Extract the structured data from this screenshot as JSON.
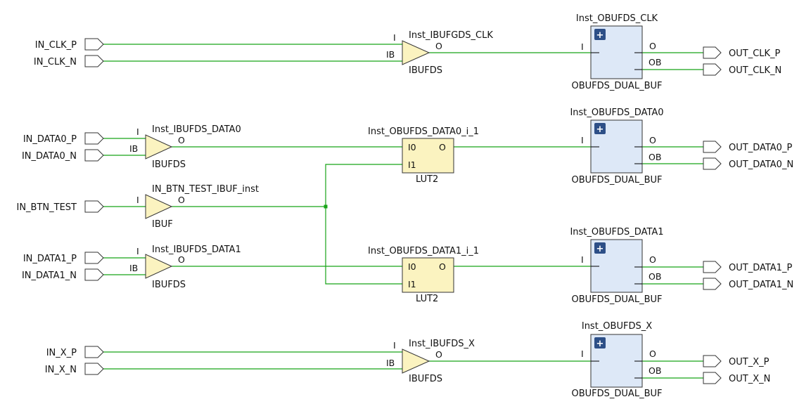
{
  "ports_in": {
    "clk_p": "IN_CLK_P",
    "clk_n": "IN_CLK_N",
    "data0_p": "IN_DATA0_P",
    "data0_n": "IN_DATA0_N",
    "btn_test": "IN_BTN_TEST",
    "data1_p": "IN_DATA1_P",
    "data1_n": "IN_DATA1_N",
    "x_p": "IN_X_P",
    "x_n": "IN_X_N"
  },
  "ports_out": {
    "clk_p": "OUT_CLK_P",
    "clk_n": "OUT_CLK_N",
    "data0_p": "OUT_DATA0_P",
    "data0_n": "OUT_DATA0_N",
    "data1_p": "OUT_DATA1_P",
    "data1_n": "OUT_DATA1_N",
    "x_p": "OUT_X_P",
    "x_n": "OUT_X_N"
  },
  "ibufs": {
    "clk": {
      "inst": "Inst_IBUFGDS_CLK",
      "type": "IBUFDS"
    },
    "data0": {
      "inst": "Inst_IBUFDS_DATA0",
      "type": "IBUFDS"
    },
    "btn": {
      "inst": "IN_BTN_TEST_IBUF_inst",
      "type": "IBUF"
    },
    "data1": {
      "inst": "Inst_IBUFDS_DATA1",
      "type": "IBUFDS"
    },
    "x": {
      "inst": "Inst_IBUFDS_X",
      "type": "IBUFDS"
    }
  },
  "luts": {
    "data0": {
      "inst": "Inst_OBUFDS_DATA0_i_1",
      "type": "LUT2"
    },
    "data1": {
      "inst": "Inst_OBUFDS_DATA1_i_1",
      "type": "LUT2"
    }
  },
  "obufs": {
    "clk": {
      "inst": "Inst_OBUFDS_CLK",
      "type": "OBUFDS_DUAL_BUF"
    },
    "data0": {
      "inst": "Inst_OBUFDS_DATA0",
      "type": "OBUFDS_DUAL_BUF"
    },
    "data1": {
      "inst": "Inst_OBUFDS_DATA1",
      "type": "OBUFDS_DUAL_BUF"
    },
    "x": {
      "inst": "Inst_OBUFDS_X",
      "type": "OBUFDS_DUAL_BUF"
    }
  },
  "pins": {
    "i": "I",
    "ib": "IB",
    "o": "O",
    "ob": "OB",
    "i0": "I0",
    "i1": "I1"
  },
  "expand_glyph": "+",
  "colors": {
    "wire": "#18a418",
    "buffer_fill": "#fbf3c0",
    "obuf_fill": "#dde8f7",
    "expand_button": "#2d4f87"
  }
}
